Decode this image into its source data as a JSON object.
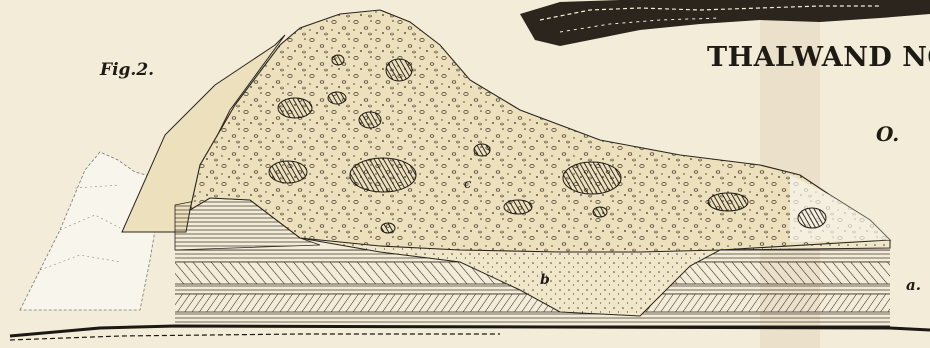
{
  "figure": {
    "fig_label": "Fig.2.",
    "title": "THALWAND NO",
    "letters": {
      "o": "O.",
      "c": "c",
      "b": "b",
      "a": "a."
    }
  },
  "colors": {
    "paper": "#f3ecd9",
    "ink": "#1e1a14",
    "fill": "#ece0bd",
    "light_fill": "#f8f5ec"
  },
  "icons": {
    "boulder": "boulder-shape",
    "hatching": "rock-layer-hatching"
  }
}
